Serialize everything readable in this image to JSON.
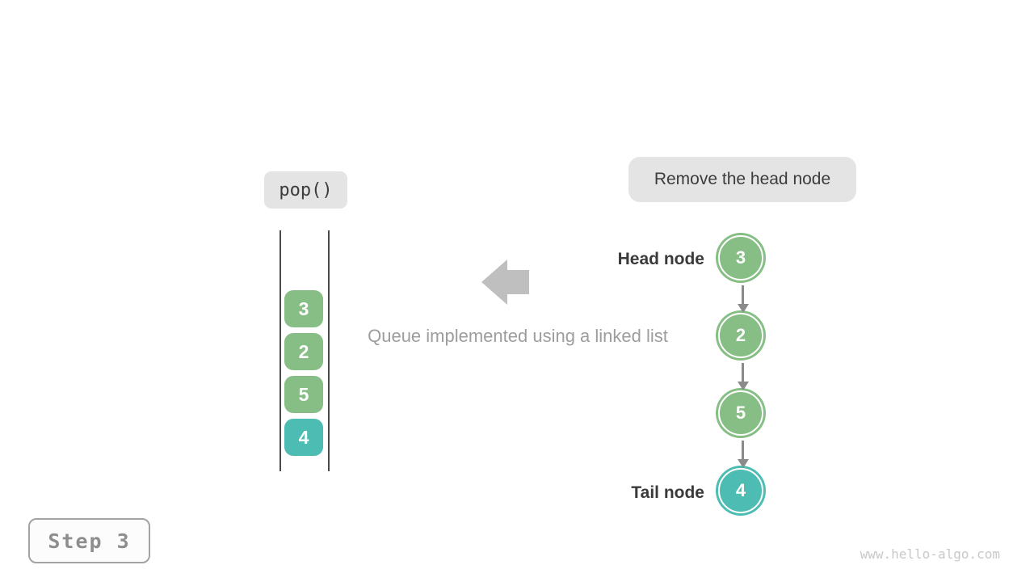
{
  "operation_badge": {
    "label": "pop()"
  },
  "description_badge": {
    "label": "Remove the head node"
  },
  "caption": "Queue implemented using a linked list",
  "queue_stack": {
    "items": [
      {
        "value": "3",
        "color": "green"
      },
      {
        "value": "2",
        "color": "green"
      },
      {
        "value": "5",
        "color": "green"
      },
      {
        "value": "4",
        "color": "teal"
      }
    ]
  },
  "linked_list": {
    "head_label": "Head node",
    "tail_label": "Tail node",
    "nodes": [
      {
        "value": "3",
        "color": "green"
      },
      {
        "value": "2",
        "color": "green"
      },
      {
        "value": "5",
        "color": "green"
      },
      {
        "value": "4",
        "color": "teal"
      }
    ]
  },
  "step_badge": {
    "label": "Step 3"
  },
  "watermark": "www.hello-algo.com",
  "colors": {
    "node_green": "#87BE85",
    "node_teal": "#4DBDB3",
    "badge_bg": "#E4E4E4",
    "dark_text": "#3C3C3C",
    "caption_text": "#9D9D9D",
    "link_arrow": "#8A8A8A",
    "big_arrow": "#BFBFBF",
    "container_line": "#4A4A4A",
    "step_text": "#8E8E8E",
    "watermark_text": "#C9C9C9"
  }
}
